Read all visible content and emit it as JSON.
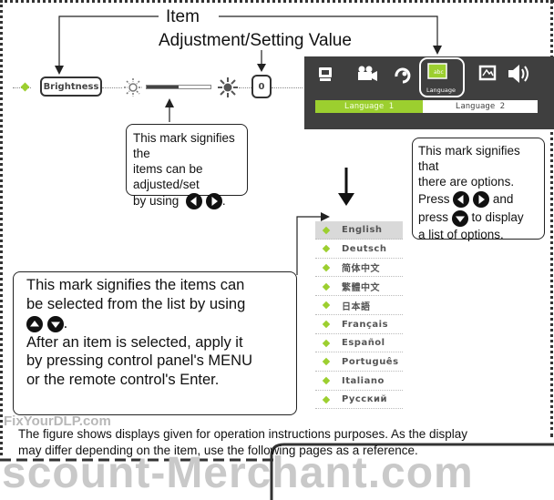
{
  "callouts": {
    "item": "Item",
    "adjustment": "Adjustment/Setting Value"
  },
  "osd_bar": {
    "label": "Brightness",
    "value": "0",
    "level": 0.5
  },
  "adjust_box": {
    "line1": "This mark signifies the",
    "line2": "items can be adjusted/set",
    "line3": "by using",
    "line3_end": "."
  },
  "menu_panel": {
    "active_tab": "Language",
    "lang_option_1": "Language 1",
    "lang_option_2": "Language 2",
    "icons": [
      "display-icon",
      "video-camera-icon",
      "rotate-icon",
      "language-icon",
      "picture-icon",
      "speaker-icon"
    ]
  },
  "options_box": {
    "line1": "This mark signifies that",
    "line2": "there are options.",
    "line3": "Press",
    "line3_end": "and",
    "line4": "press",
    "line4_end": "to display",
    "line5": "a list of options."
  },
  "language_list": [
    {
      "name": "English",
      "selected": true
    },
    {
      "name": "Deutsch",
      "selected": false
    },
    {
      "name": "简体中文",
      "selected": false
    },
    {
      "name": "繁體中文",
      "selected": false
    },
    {
      "name": "日本語",
      "selected": false
    },
    {
      "name": "Français",
      "selected": false
    },
    {
      "name": "Español",
      "selected": false
    },
    {
      "name": "Português",
      "selected": false
    },
    {
      "name": "Italiano",
      "selected": false
    },
    {
      "name": "Русский",
      "selected": false
    }
  ],
  "select_box": {
    "line1": "This mark signifies the items can",
    "line2": "be selected from the list by using",
    "line3_end": ".",
    "line4": "After an item is selected, apply it",
    "line5": "by pressing control panel's MENU",
    "line6": "or the remote control's Enter."
  },
  "footnote": {
    "line1": "The figure shows displays given for operation instructions purposes.  As the display",
    "line2": "may differ depending on the item, use the following pages as a reference."
  },
  "watermarks": {
    "small": "FixYourDLP.com",
    "large": "scount-Merchant.com"
  },
  "colors": {
    "accent_green": "#9ccf2f",
    "panel_dark": "#3f3f3f"
  }
}
